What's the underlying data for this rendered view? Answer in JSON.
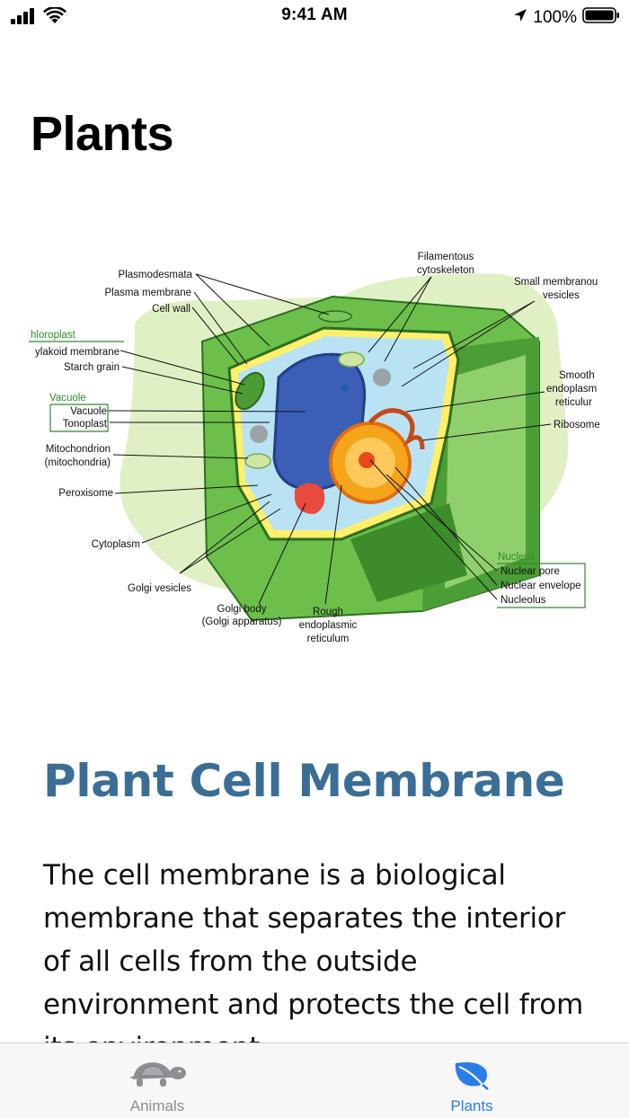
{
  "status_bar": {
    "time": "9:41 AM",
    "battery_percent": "100%",
    "icons": [
      "signal-icon",
      "wifi-icon",
      "location-icon",
      "battery-icon"
    ]
  },
  "page": {
    "title": "Plants"
  },
  "diagram": {
    "labels_left": [
      "Plasmodesmata",
      "Plasma membrane",
      "Cell wall",
      "hloroplast",
      "ylakoid membrane",
      "Starch grain",
      "Vacuole",
      "Vacuole",
      "Tonoplast",
      "Mitochondrion",
      "(mitochondria)",
      "Peroxisome",
      "Cytoplasm",
      "Golgi vesicles"
    ],
    "labels_bottom": [
      "Golgi body",
      "(Golgi apparatus)",
      "Rough",
      "endoplasmic",
      "reticulum"
    ],
    "labels_right": [
      "Filamentous",
      "cytoskeleton",
      "Small membranou",
      "vesicles",
      "Smooth",
      "endoplasm",
      "reticulur",
      "Ribosome",
      "Nucleus",
      "Nuclear pore",
      "Nuclear envelope",
      "Nucleolus"
    ]
  },
  "article": {
    "heading": "Plant Cell Membrane",
    "body": "The cell membrane is a biological membrane that separates the interior of all cells from the outside environment and protects the cell from its environment."
  },
  "tab_bar": {
    "tabs": [
      {
        "label": "Animals",
        "icon": "turtle-icon",
        "selected": false
      },
      {
        "label": "Plants",
        "icon": "leaf-icon",
        "selected": true
      }
    ],
    "accent_color": "#2a7ee8",
    "inactive_color": "#8e8e93"
  },
  "colors": {
    "heading": "#3a6e96",
    "label_green": "#2e8b2e"
  }
}
